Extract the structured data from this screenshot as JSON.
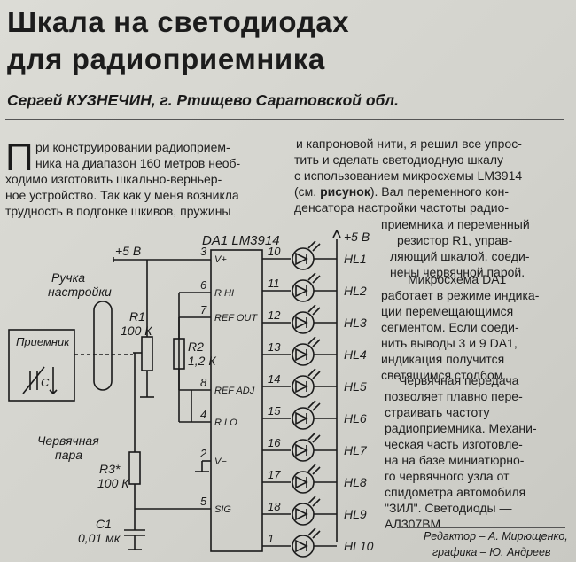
{
  "article": {
    "title_line1": "Шкала на светодиодах",
    "title_line2": "для радиоприемника",
    "author": "Сергей КУЗНЕЧИН, г. Ртищево Саратовской обл.",
    "dropcap": "П",
    "left_lines": [
      "ри конструировании радиоприем-",
      "ника на диапазон 160 метров необ-",
      "ходимо изготовить шкально-верньер-",
      "ное устройство. Так как у меня возникла",
      "трудность в подгонке шкивов, пружины"
    ],
    "right_top_lines": [
      "и капроновой нити, я решил все упрос-",
      "тить и сделать светодиодную шкалу",
      "с использованием микросхемы LM3914",
      "(см. ",
      "рисунок",
      "). Вал переменного кон-",
      "денсатора настройки частоты радио-"
    ],
    "right_lines": [
      "приемника и переменный",
      "резистор R1, управ-",
      "ляющий шкалой, соеди-",
      "нены червячной парой.",
      "Микросхема DA1",
      "работает в режиме индика-",
      "ции перемещающимся",
      "сегментом. Если соеди-",
      "нить выводы 3 и 9 DA1,",
      "индикация получится",
      "светящимся столбом.",
      "Червячная передача",
      "позволяет плавно пере-",
      "страивать частоту",
      "радиоприемника. Механи-",
      "ческая часть изготовле-",
      "на на базе миниатюрно-",
      "го червячного узла от",
      "спидометра автомобиля",
      "\"ЗИЛ\". Светодиоды —",
      "АЛ307ВМ."
    ],
    "credits_line1": "Редактор – А. Мирющенко,",
    "credits_line2": "графика – Ю. Андреев"
  },
  "schematic": {
    "chip_label": "DA1 LM3914",
    "supply_left": "+5 В",
    "supply_right": "+5 В",
    "knob_label_1": "Ручка",
    "knob_label_2": "настройки",
    "receiver_label": "Приемник",
    "capacitor_label": "C",
    "worm_label_1": "Червячная",
    "worm_label_2": "пара",
    "r1_name": "R1",
    "r1_value": "100 К",
    "r2_name": "R2",
    "r2_value": "1,2 К",
    "r3_name": "R3*",
    "r3_value": "100 К",
    "c1_name": "C1",
    "c1_value": "0,01 мк",
    "pins_left": [
      {
        "num": "3",
        "name": "V+"
      },
      {
        "num": "6",
        "name": "R HI"
      },
      {
        "num": "7",
        "name": "REF OUT"
      },
      {
        "num": "8",
        "name": "REF ADJ"
      },
      {
        "num": "4",
        "name": "R LO"
      },
      {
        "num": "2",
        "name": "V−"
      },
      {
        "num": "5",
        "name": "SIG"
      }
    ],
    "pins_right": [
      "10",
      "11",
      "12",
      "13",
      "14",
      "15",
      "16",
      "17",
      "18",
      "1"
    ],
    "leds": [
      "HL1",
      "HL2",
      "HL3",
      "HL4",
      "HL5",
      "HL6",
      "HL7",
      "HL8",
      "HL9",
      "HL10"
    ]
  }
}
